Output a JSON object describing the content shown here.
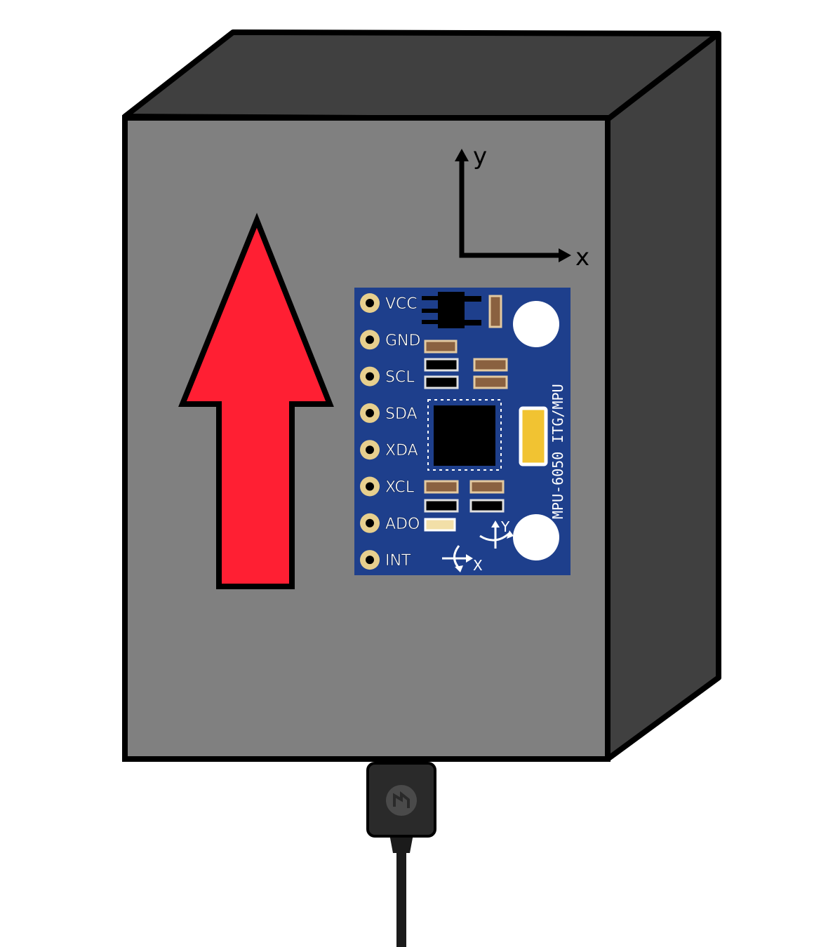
{
  "diagram": {
    "axes": {
      "y_label": "y",
      "x_label": "x"
    },
    "board": {
      "pins": [
        "VCC",
        "GND",
        "SCL",
        "SDA",
        "XDA",
        "XCL",
        "ADO",
        "INT"
      ],
      "chip_marking": "MPU-6050 ITG/MPU",
      "rotation_y_label": "Y",
      "rotation_x_label": "X"
    },
    "colors": {
      "box_front": "#808080",
      "box_side": "#404040",
      "arrow": "#ff1f33",
      "board": "#1e3f8c",
      "pin_pad": "#e7cf8e"
    },
    "icons": {
      "usb_connector_logo": "usb-logo-icon"
    }
  }
}
